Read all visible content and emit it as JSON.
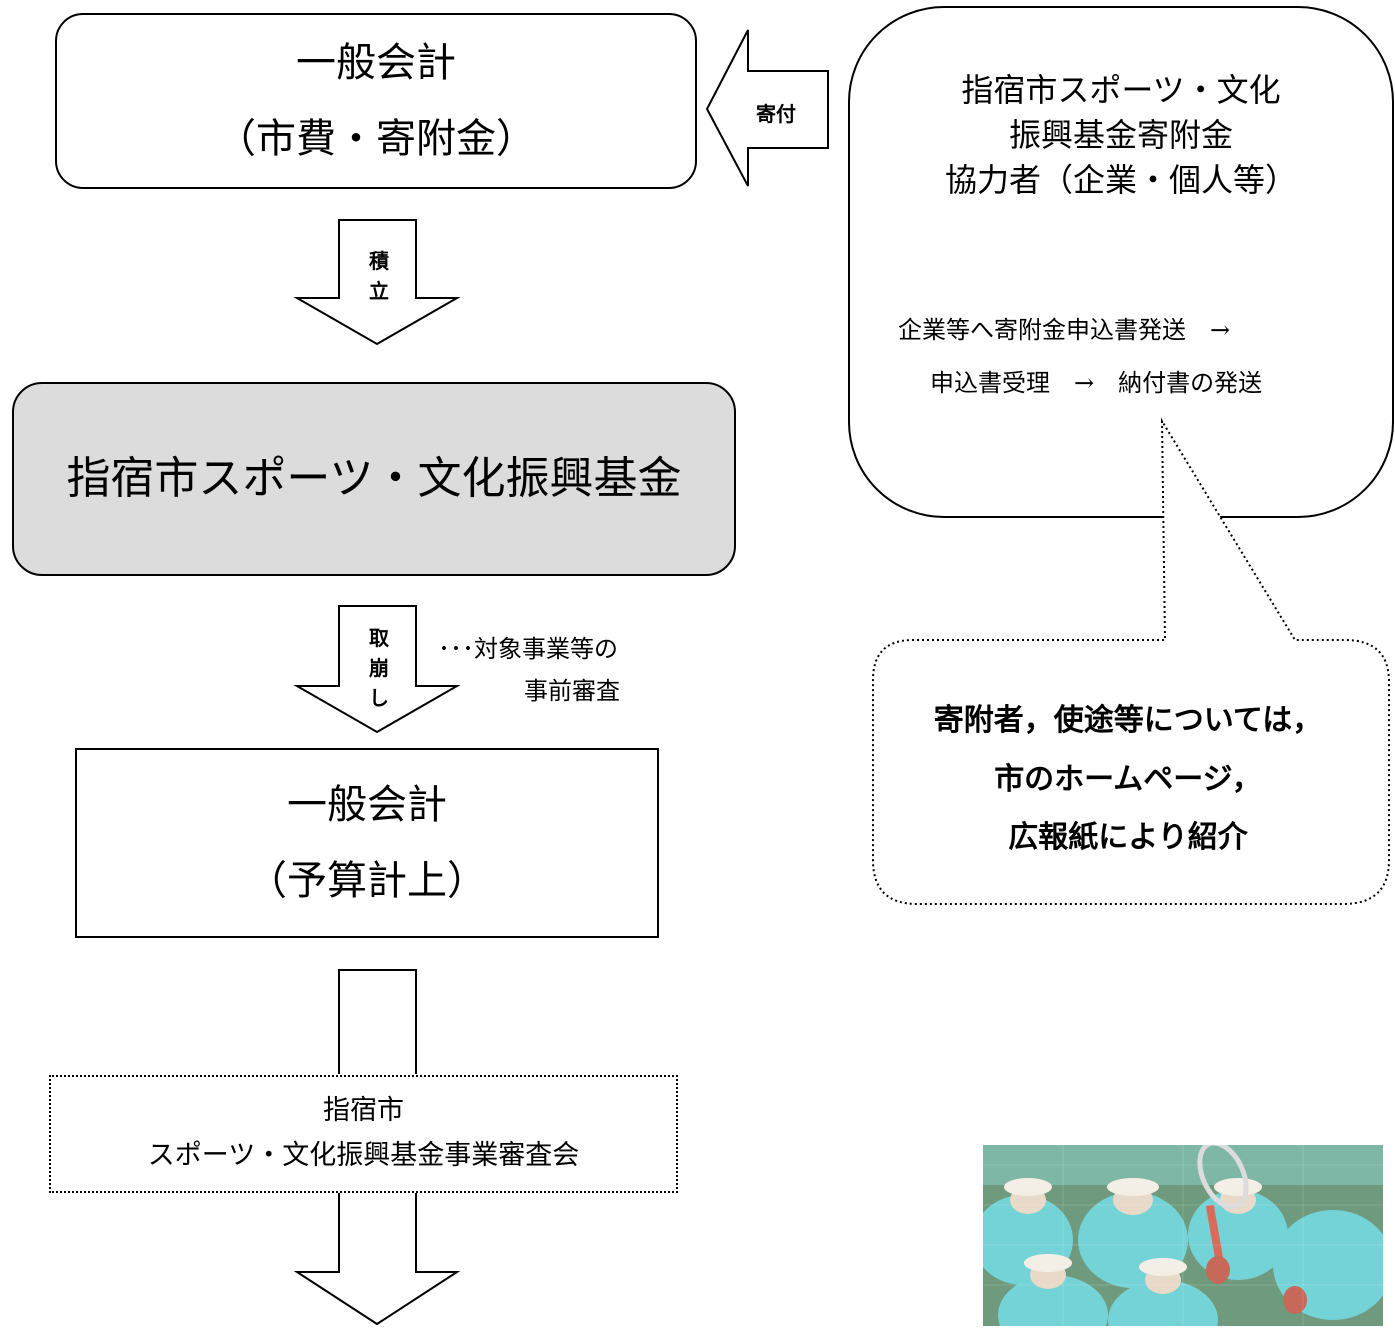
{
  "box_general_top": {
    "line1": "一般会計",
    "line2": "（市費・寄附金）"
  },
  "arrow_donation": {
    "label": "寄付"
  },
  "arrow_accumulate": {
    "label_1": "積",
    "label_2": "立"
  },
  "box_fund": {
    "label": "指宿市スポーツ・文化振興基金"
  },
  "arrow_withdraw": {
    "label_1": "取",
    "label_2": "崩",
    "label_3": "し"
  },
  "note_review": {
    "line1": "･･･対象事業等の",
    "line2": "事前審査"
  },
  "box_general_budget": {
    "line1": "一般会計",
    "line2": "（予算計上）"
  },
  "box_committee": {
    "line1": "指宿市",
    "line2": "スポーツ・文化振興基金事業審査会"
  },
  "box_donors": {
    "line1": "指宿市スポーツ・文化",
    "line2": "振興基金寄附金",
    "line3": "協力者（企業・個人等）",
    "process1": "企業等へ寄附金申込書発送　→",
    "process2": "申込書受理　→　納付書の発送"
  },
  "callout": {
    "line1": "寄附者，使途等については，",
    "line2": "市のホームページ，",
    "line3": "広報紙により紹介"
  },
  "photo": {
    "icon": "sports-photo"
  }
}
